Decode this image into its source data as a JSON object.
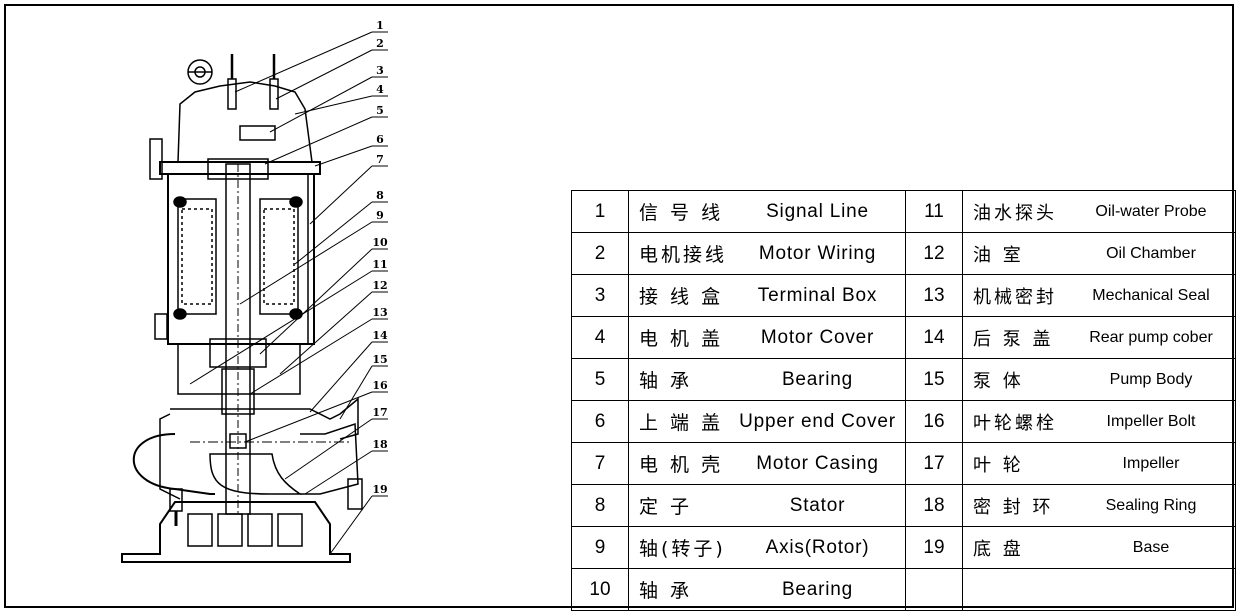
{
  "callout_numbers": [
    "1",
    "2",
    "3",
    "4",
    "5",
    "6",
    "7",
    "8",
    "9",
    "10",
    "11",
    "12",
    "13",
    "14",
    "15",
    "16",
    "17",
    "18",
    "19"
  ],
  "parts": [
    {
      "no": "1",
      "cn": "信 号 线",
      "en": "Signal Line"
    },
    {
      "no": "2",
      "cn": "电机接线",
      "en": "Motor Wiring"
    },
    {
      "no": "3",
      "cn": "接 线 盒",
      "en": "Terminal Box"
    },
    {
      "no": "4",
      "cn": "电 机 盖",
      "en": "Motor Cover"
    },
    {
      "no": "5",
      "cn": "轴     承",
      "en": "Bearing"
    },
    {
      "no": "6",
      "cn": "上 端 盖",
      "en": "Upper end Cover"
    },
    {
      "no": "7",
      "cn": "电 机 壳",
      "en": "Motor Casing"
    },
    {
      "no": "8",
      "cn": "定     子",
      "en": "Stator"
    },
    {
      "no": "9",
      "cn": "轴(转子)",
      "en": "Axis(Rotor)"
    },
    {
      "no": "10",
      "cn": "轴     承",
      "en": "Bearing"
    },
    {
      "no": "11",
      "cn": "油水探头",
      "en": "Oil-water Probe"
    },
    {
      "no": "12",
      "cn": "油     室",
      "en": "Oil Chamber"
    },
    {
      "no": "13",
      "cn": "机械密封",
      "en": "Mechanical Seal"
    },
    {
      "no": "14",
      "cn": "后 泵 盖",
      "en": "Rear pump cober"
    },
    {
      "no": "15",
      "cn": "泵     体",
      "en": "Pump Body"
    },
    {
      "no": "16",
      "cn": "叶轮螺栓",
      "en": "Impeller Bolt"
    },
    {
      "no": "17",
      "cn": "叶     轮",
      "en": "Impeller"
    },
    {
      "no": "18",
      "cn": "密 封 环",
      "en": "Sealing Ring"
    },
    {
      "no": "19",
      "cn": "底     盘",
      "en": "Base"
    }
  ]
}
